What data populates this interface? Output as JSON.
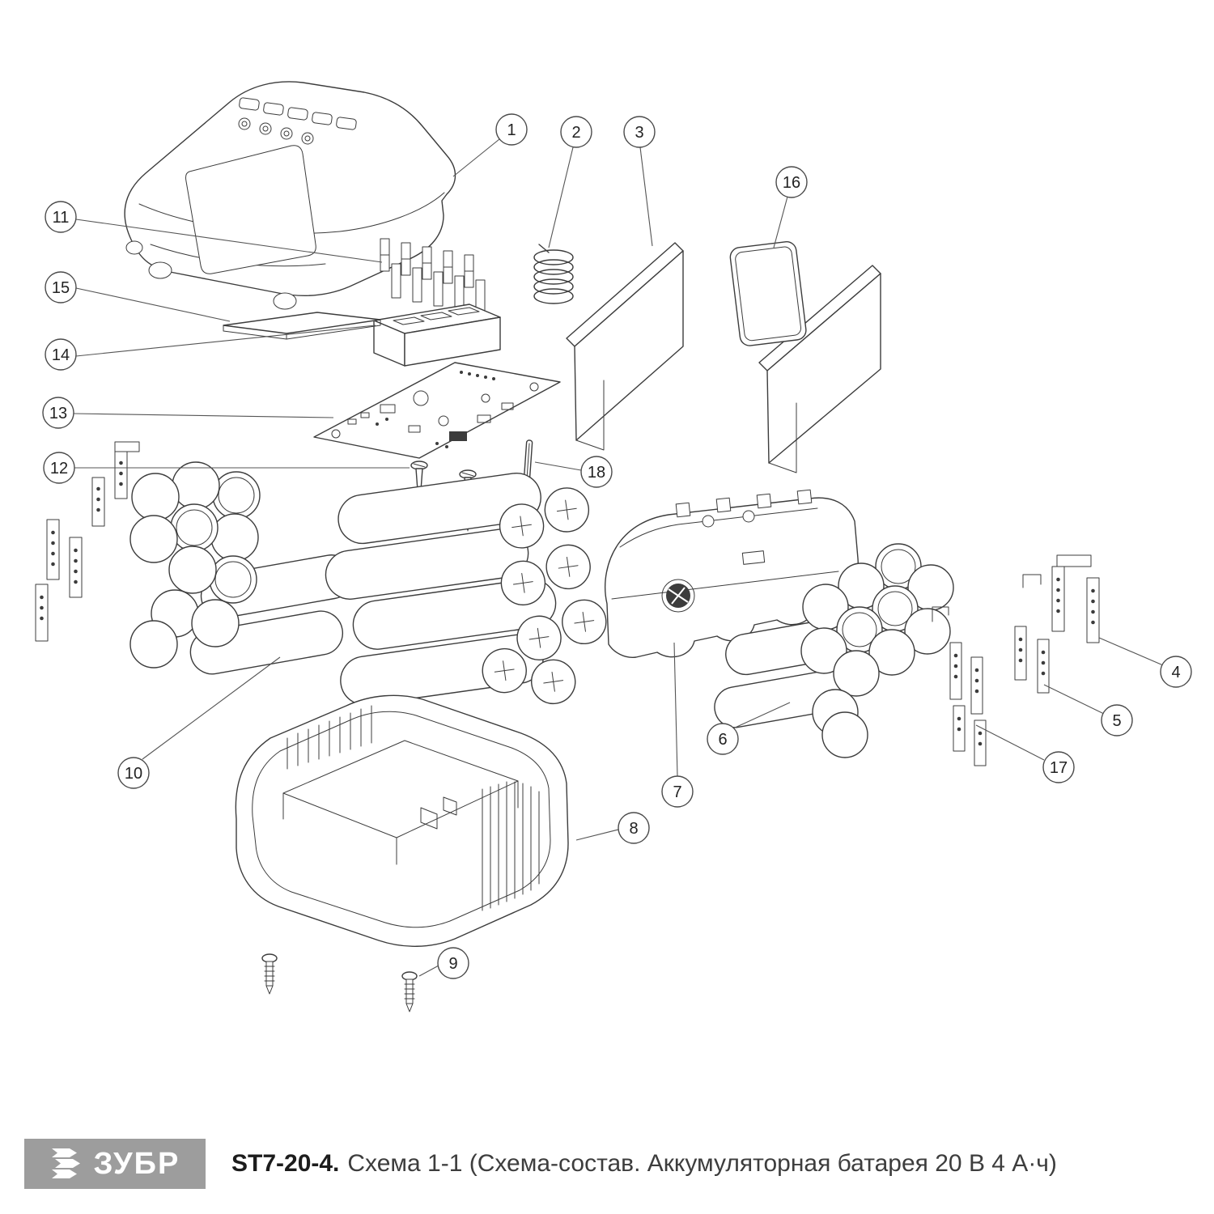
{
  "callouts": [
    "1",
    "2",
    "3",
    "4",
    "5",
    "6",
    "7",
    "8",
    "9",
    "10",
    "11",
    "12",
    "13",
    "14",
    "15",
    "16",
    "17",
    "18"
  ],
  "footer": {
    "brand": "ЗУБР",
    "model": "ST7-20-4.",
    "description": "Схема 1-1 (Схема-состав. Аккумуляторная батарея 20 В 4 А·ч)"
  },
  "colors": {
    "line": "#3c3c3c",
    "leader": "#555555",
    "logo_box": "#9d9d9d",
    "footer_text": "#3d3d3d",
    "background": "#ffffff"
  },
  "icons": {
    "brand_logo": "zubr-arrows-icon"
  }
}
